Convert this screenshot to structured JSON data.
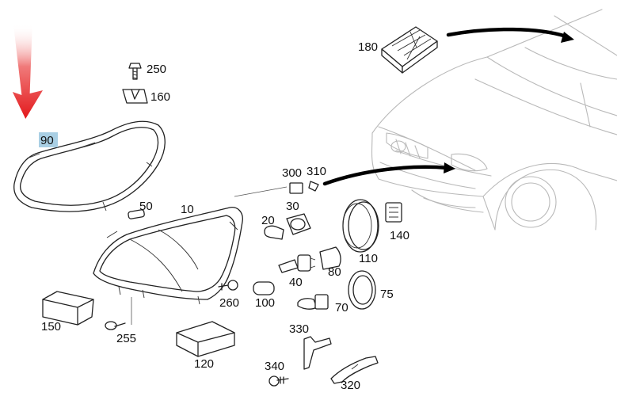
{
  "diagram": {
    "highlight_color": "#a9cfe4",
    "pointer_arrow_color": "#e3191c",
    "parts": [
      {
        "id": "90",
        "label": "90",
        "highlighted": true
      },
      {
        "id": "250",
        "label": "250"
      },
      {
        "id": "160",
        "label": "160"
      },
      {
        "id": "180",
        "label": "180"
      },
      {
        "id": "10",
        "label": "10"
      },
      {
        "id": "50",
        "label": "50"
      },
      {
        "id": "300",
        "label": "300"
      },
      {
        "id": "310",
        "label": "310"
      },
      {
        "id": "30",
        "label": "30"
      },
      {
        "id": "20",
        "label": "20"
      },
      {
        "id": "140",
        "label": "140"
      },
      {
        "id": "110",
        "label": "110"
      },
      {
        "id": "40",
        "label": "40"
      },
      {
        "id": "80",
        "label": "80"
      },
      {
        "id": "75",
        "label": "75"
      },
      {
        "id": "100",
        "label": "100"
      },
      {
        "id": "260",
        "label": "260"
      },
      {
        "id": "70",
        "label": "70"
      },
      {
        "id": "150",
        "label": "150"
      },
      {
        "id": "255",
        "label": "255"
      },
      {
        "id": "120",
        "label": "120"
      },
      {
        "id": "330",
        "label": "330"
      },
      {
        "id": "340",
        "label": "340"
      },
      {
        "id": "320",
        "label": "320"
      }
    ]
  }
}
